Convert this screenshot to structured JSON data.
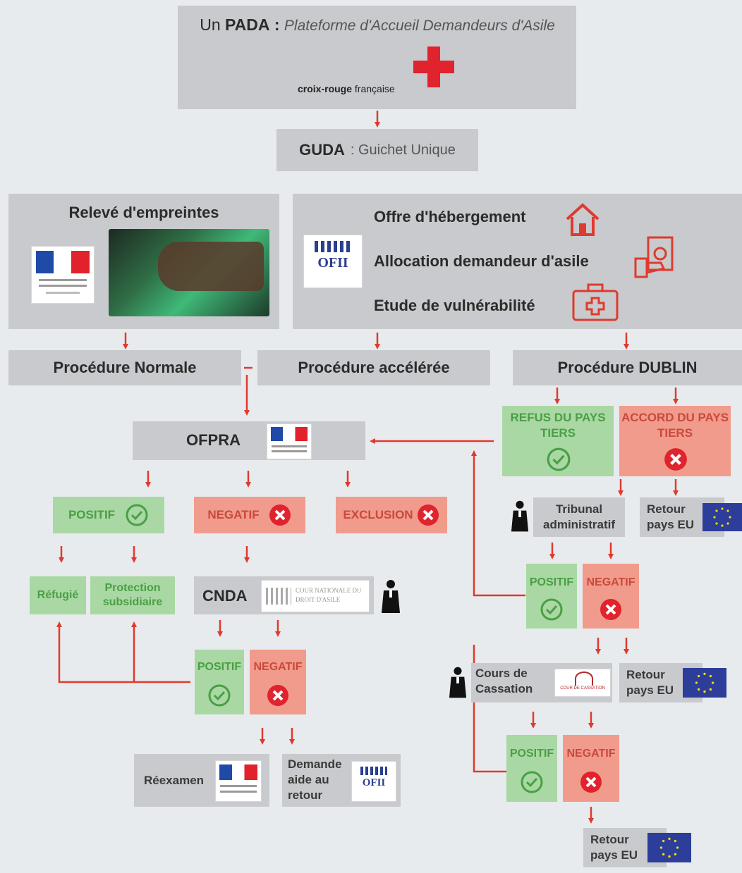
{
  "padabox": {
    "un": "Un",
    "pada": "PADA",
    "colon": ":",
    "subtitle": "Plateforme d'Accueil Demandeurs d'Asile",
    "croix_bold": "croix-rouge",
    "croix_rest": "française"
  },
  "guda": {
    "title": "GUDA",
    "subtitle": ": Guichet Unique"
  },
  "releve": {
    "title": "Relevé d'empreintes"
  },
  "ofii_services": {
    "logo_text": "OFII",
    "items": [
      "Offre d'hébergement",
      "Allocation demandeur d'asile",
      "Etude de vulnérabilité"
    ]
  },
  "procedures": {
    "normale": "Procédure Normale",
    "acceleree": "Procédure accélérée",
    "dublin": "Procédure DUBLIN"
  },
  "ofpra": {
    "label": "OFPRA"
  },
  "outcomes": {
    "positif": "POSITIF",
    "negatif": "NEGATIF",
    "exclusion": "EXCLUSION"
  },
  "protection": {
    "refugie": "Réfugié",
    "subsidiaire": "Protection subsidiaire"
  },
  "cnda": {
    "label": "CNDA",
    "seal_text": "COUR NATIONALE DU DROIT D'ASILE"
  },
  "dublin": {
    "refus": "REFUS DU PAYS TIERS",
    "accord": "ACCORD DU PAYS TIERS",
    "tribunal": "Tribunal administratif",
    "retour": "Retour pays EU",
    "cassation": "Cours de Cassation",
    "cassation_logo": "COUR DE CASSATION"
  },
  "final": {
    "reexamen": "Réexamen",
    "aide": "Demande aide au retour"
  },
  "colors": {
    "green_bg": "#a9d8a4",
    "green_fg": "#4a9f44",
    "red_bg": "#f19b8c",
    "red_fg": "#c9493c",
    "arrow": "#e03a2e",
    "grey_box": "#c8cacd"
  }
}
